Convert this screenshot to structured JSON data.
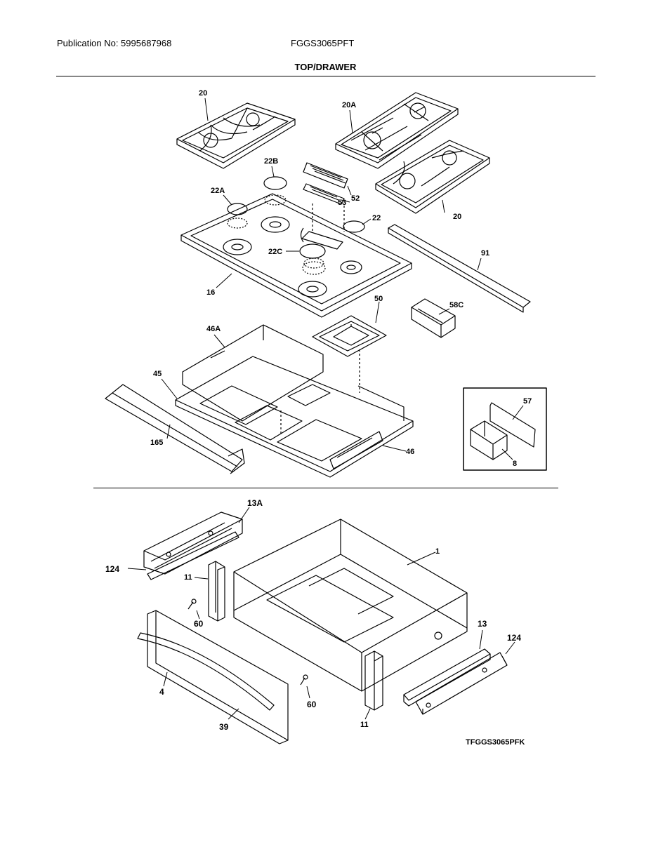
{
  "header": {
    "publication": "Publication No: 5995687968",
    "model": "FGGS3065PFT",
    "title": "TOP/DRAWER"
  },
  "callouts": {
    "c20a": "20",
    "c20A": "20A",
    "c22B": "22B",
    "c22A": "22A",
    "c52": "52",
    "c53": "53",
    "c20b": "20",
    "c22": "22",
    "c22C": "22C",
    "c91": "91",
    "c16": "16",
    "c50": "50",
    "c58C": "58C",
    "c46A": "46A",
    "c45": "45",
    "c165": "165",
    "c46": "46",
    "c57": "57",
    "c8": "8",
    "c13A": "13A",
    "c1": "1",
    "c124a": "124",
    "c11a": "11",
    "c60a": "60",
    "c13": "13",
    "c124b": "124",
    "c4": "4",
    "c60b": "60",
    "c11b": "11",
    "c39": "39"
  },
  "footer": {
    "drawing_code": "TFGGS3065PFK"
  }
}
